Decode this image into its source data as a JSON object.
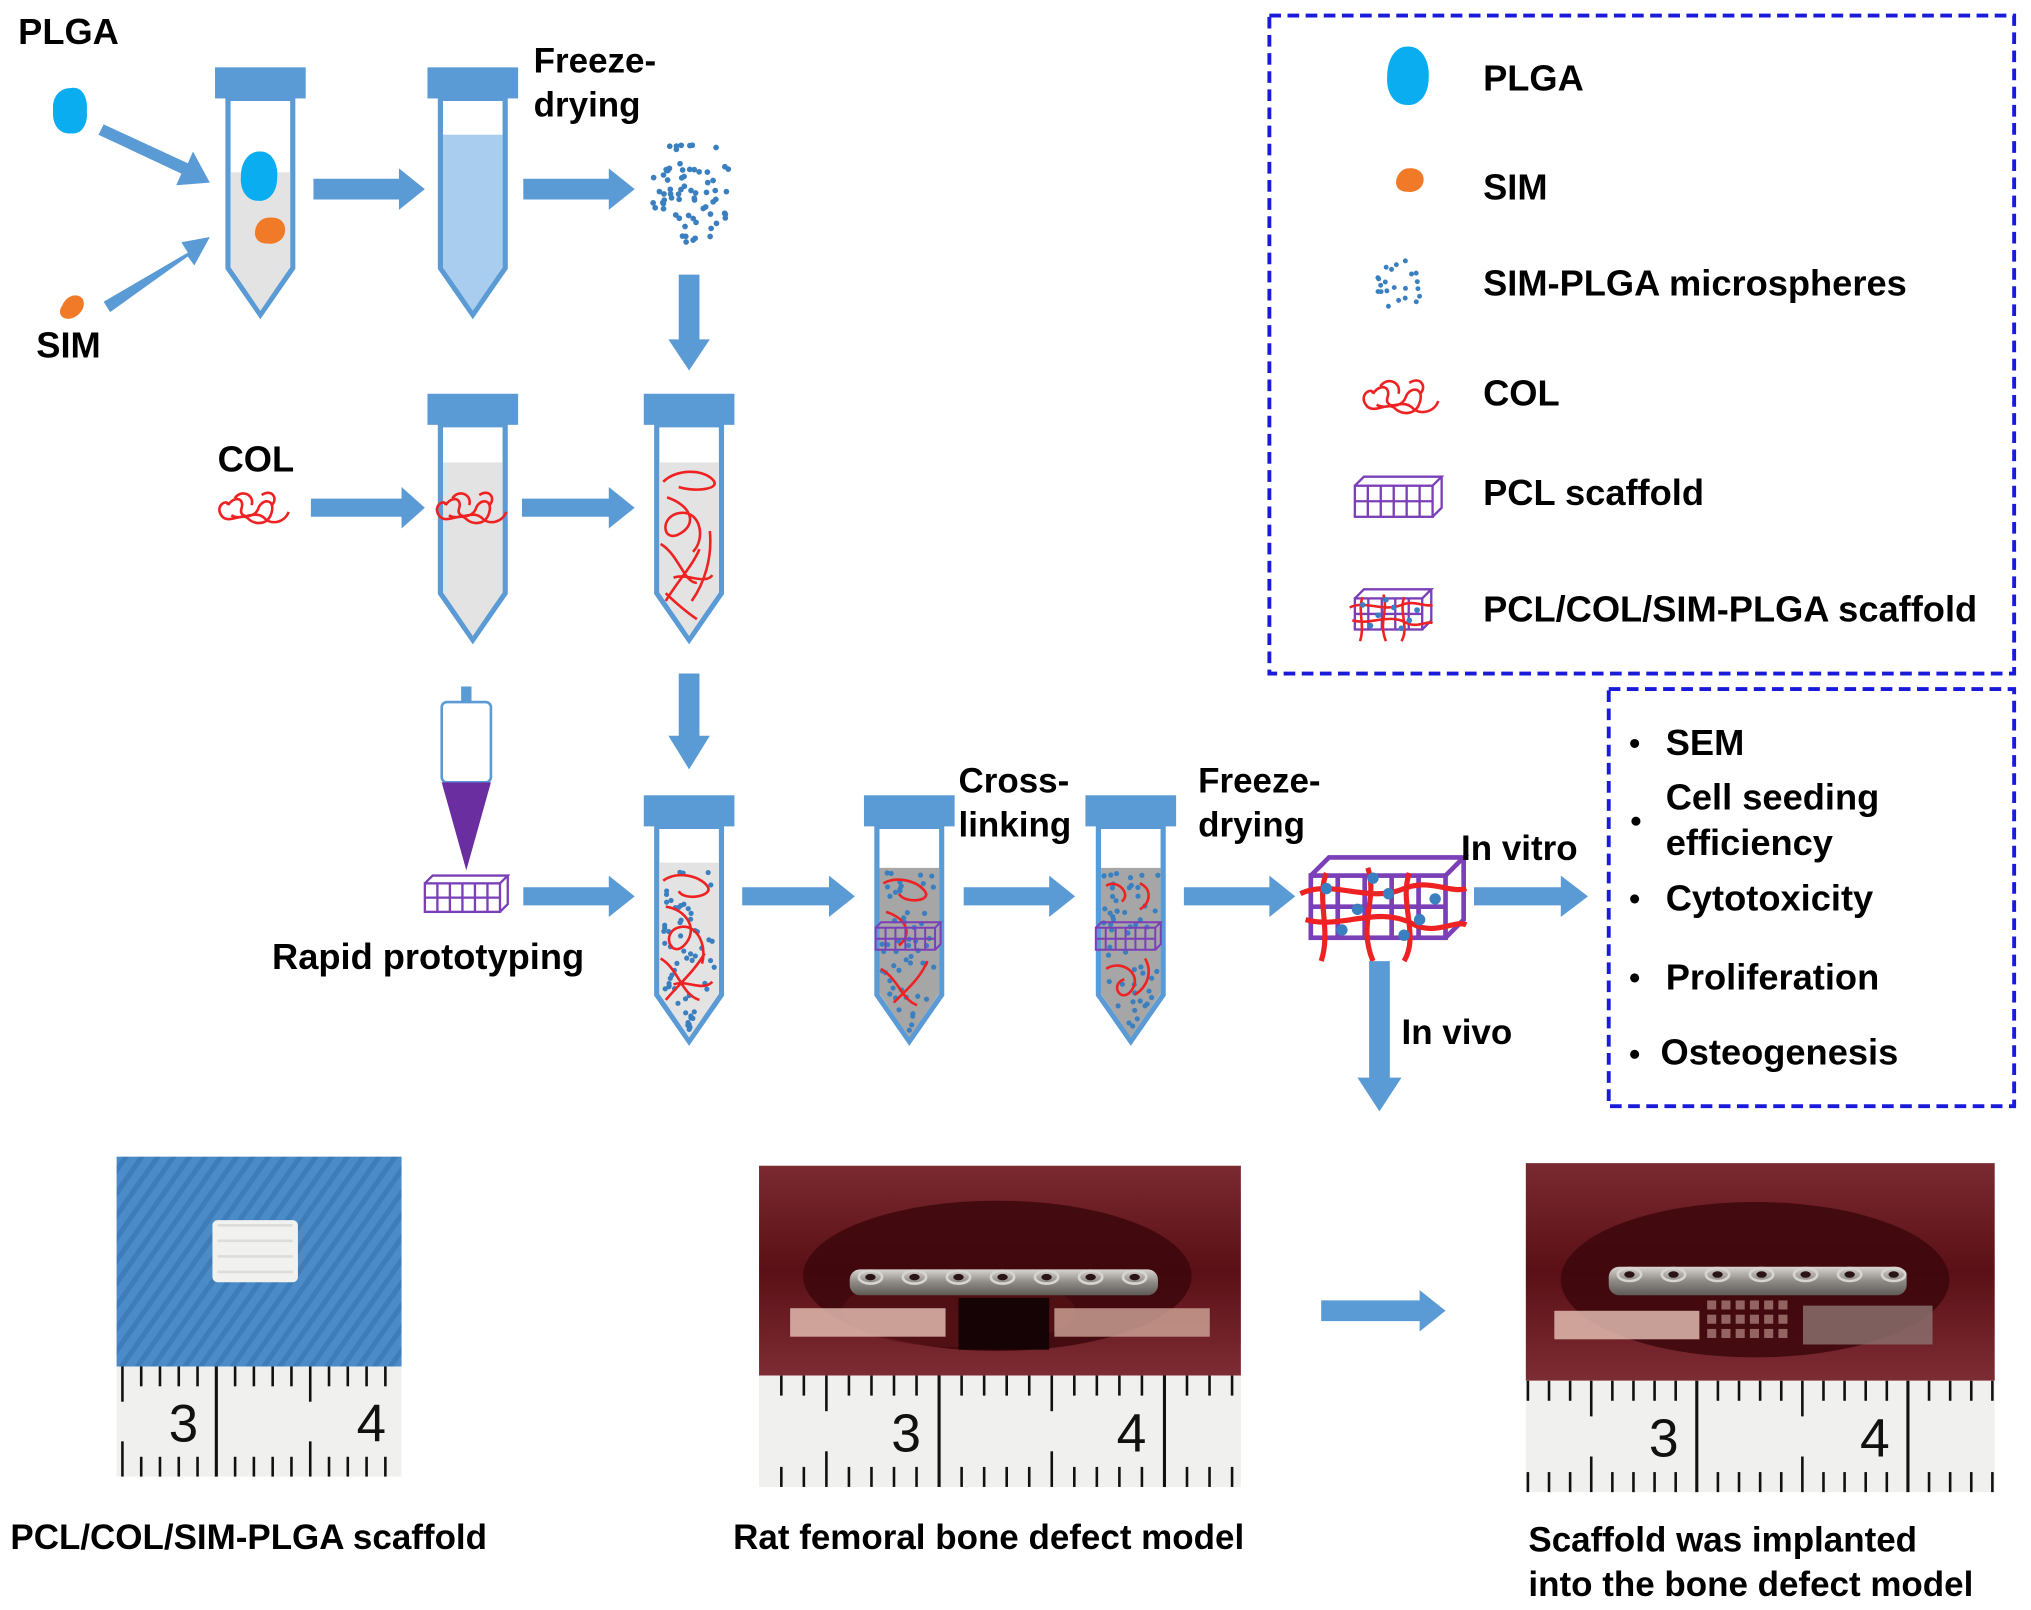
{
  "figure": {
    "input_labels": {
      "plga": "PLGA",
      "sim": "SIM",
      "col": "COL"
    },
    "process_labels": {
      "freeze_drying_1": [
        "Freeze-",
        "drying"
      ],
      "cross_linking": [
        "Cross-",
        "linking"
      ],
      "freeze_drying_2": [
        "Freeze-",
        "drying"
      ],
      "rapid_prototyping": "Rapid prototyping",
      "in_vitro": "In vitro",
      "in_vivo": "In vivo"
    },
    "legend": {
      "items": [
        {
          "icon": "plga-blob-icon",
          "label": "PLGA"
        },
        {
          "icon": "sim-blob-icon",
          "label": "SIM"
        },
        {
          "icon": "microspheres-icon",
          "label": "SIM-PLGA microspheres"
        },
        {
          "icon": "collagen-icon",
          "label": "COL"
        },
        {
          "icon": "pcl-scaffold-icon",
          "label": "PCL scaffold"
        },
        {
          "icon": "composite-scaffold-icon",
          "label": "PCL/COL/SIM-PLGA scaffold"
        }
      ]
    },
    "in_vitro_tests": {
      "items": [
        [
          "SEM"
        ],
        [
          "Cell seeding",
          "efficiency"
        ],
        [
          "Cytotoxicity"
        ],
        [
          "Proliferation"
        ],
        [
          "Osteogenesis"
        ]
      ]
    },
    "photos": [
      {
        "caption": [
          "PCL/COL/SIM-PLGA scaffold"
        ],
        "ruler_labels": [
          "3",
          "4"
        ]
      },
      {
        "caption": [
          "Rat femoral bone defect model"
        ],
        "ruler_labels": [
          "3",
          "4"
        ]
      },
      {
        "caption": [
          "Scaffold was implanted",
          "into the bone defect model"
        ],
        "ruler_labels": [
          "3",
          "4"
        ]
      }
    ],
    "colors": {
      "tube_blue": "#5b9bd5",
      "plga_blue": "#0aaef0",
      "sim_orange": "#f07a28",
      "collagen_red": "#ee2222",
      "pcl_purple": "#7b3fb8",
      "dashed_border": "#1a1adb",
      "liquid_gray": "#e3e3e3",
      "liquid_blue": "#a9cdee"
    }
  }
}
